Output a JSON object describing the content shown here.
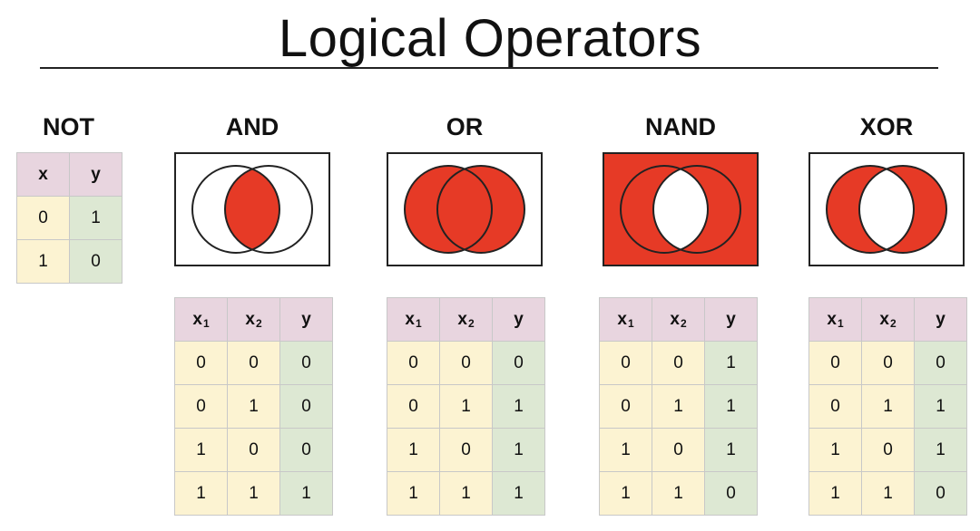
{
  "title": "Logical Operators",
  "colors": {
    "fill": "#e63a26",
    "header_bg": "#e8d5df",
    "input_bg": "#fcf3d2",
    "output_bg": "#dde8d3"
  },
  "not": {
    "heading": "NOT",
    "headers": [
      "x",
      "y"
    ],
    "rows": [
      [
        "0",
        "1"
      ],
      [
        "1",
        "0"
      ]
    ]
  },
  "gates": [
    {
      "heading": "AND",
      "venn": "and",
      "headers": [
        {
          "base": "x",
          "sub": "1"
        },
        {
          "base": "x",
          "sub": "2"
        },
        {
          "base": "y",
          "sub": ""
        }
      ],
      "rows": [
        [
          "0",
          "0",
          "0"
        ],
        [
          "0",
          "1",
          "0"
        ],
        [
          "1",
          "0",
          "0"
        ],
        [
          "1",
          "1",
          "1"
        ]
      ]
    },
    {
      "heading": "OR",
      "venn": "or",
      "headers": [
        {
          "base": "x",
          "sub": "1"
        },
        {
          "base": "x",
          "sub": "2"
        },
        {
          "base": "y",
          "sub": ""
        }
      ],
      "rows": [
        [
          "0",
          "0",
          "0"
        ],
        [
          "0",
          "1",
          "1"
        ],
        [
          "1",
          "0",
          "1"
        ],
        [
          "1",
          "1",
          "1"
        ]
      ]
    },
    {
      "heading": "NAND",
      "venn": "nand",
      "headers": [
        {
          "base": "x",
          "sub": "1"
        },
        {
          "base": "x",
          "sub": "2"
        },
        {
          "base": "y",
          "sub": ""
        }
      ],
      "rows": [
        [
          "0",
          "0",
          "1"
        ],
        [
          "0",
          "1",
          "1"
        ],
        [
          "1",
          "0",
          "1"
        ],
        [
          "1",
          "1",
          "0"
        ]
      ]
    },
    {
      "heading": "XOR",
      "venn": "xor",
      "headers": [
        {
          "base": "x",
          "sub": "1"
        },
        {
          "base": "x",
          "sub": "2"
        },
        {
          "base": "y",
          "sub": ""
        }
      ],
      "rows": [
        [
          "0",
          "0",
          "0"
        ],
        [
          "0",
          "1",
          "1"
        ],
        [
          "1",
          "0",
          "1"
        ],
        [
          "1",
          "1",
          "0"
        ]
      ]
    }
  ]
}
